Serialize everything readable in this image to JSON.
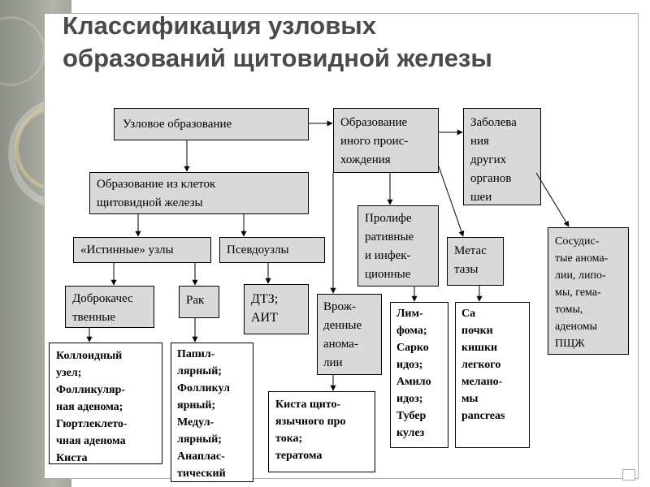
{
  "title": "Классификация узловых\nобразований щитовидной железы",
  "boxes": {
    "nodular": "Узловое образование",
    "other_origin": "Образование\nиного проис-\nхождения",
    "other_organs": "Заболева\nния\nдругих\nорганов\nшеи",
    "thyroid_cells": "Образование из клеток\nщитовидной железы",
    "true_nodes": "«Истинные» узлы",
    "pseudonodes": "Псевдоузлы",
    "proliferative": "Пролифе\nративные\nи инфек-\nционные",
    "metastases": "Метас\nтазы",
    "vascular": "Сосудис-\nтые анома-\nлии, липо-\nмы, гема-\nтомы,\nаденомы\nПЩЖ",
    "benign": "Доброкачес\nтвенные",
    "cancer": "Рак",
    "dtz_ait": "ДТЗ;\nАИТ",
    "congenital": "Врож-\nденные\nанома-\nлии",
    "benign_list": "Коллоидный\nузел;\nФолликуляр-\nная аденома;\nГюртлеклето-\nчная аденома\nКиста",
    "cancer_list": "Папил-\nлярный;\nФолликул\nярный;\nМедул-\nлярный;\nАнаплас-\nтический",
    "cyst_list": "Киста щито-\nязычного про\nтока;\nтератома",
    "lymphoma_list": "Лим-\nфома;\nСарко\nидоз;\nАмило\nидоз;\nТубер\nкулез",
    "metastasis_list": "Са\nпочки\nкишки\nлегкого\nмелано-\nмы\npancreas"
  }
}
